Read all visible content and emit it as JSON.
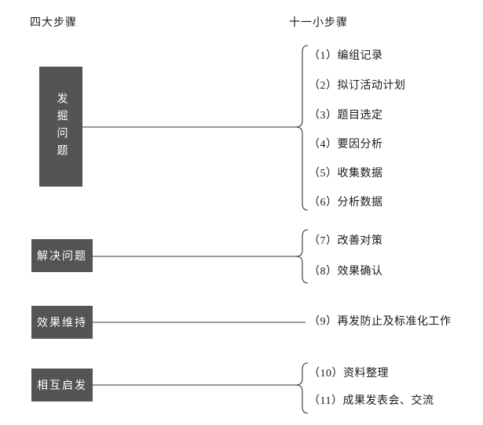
{
  "headers": {
    "left": "四大步骤",
    "right": "十一小步骤"
  },
  "groups": [
    {
      "box": "发掘问题",
      "items": [
        "（1）编组记录",
        "（2）拟订活动计划",
        "（3）题目选定",
        "（4）要因分析",
        "（5）收集数据",
        "（6）分析数据"
      ]
    },
    {
      "box": "解决问题",
      "items": [
        "（7）改善对策",
        "（8）效果确认"
      ]
    },
    {
      "box": "效果维持",
      "items": [
        "（9）再发防止及标准化工作"
      ]
    },
    {
      "box": "相互启发",
      "items": [
        "（10）资料整理",
        "（11）成果发表会、交流"
      ]
    }
  ],
  "colors": {
    "box_bg": "#545454",
    "box_text": "#ffffff",
    "line": "#333333",
    "text": "#1a1a1a"
  }
}
